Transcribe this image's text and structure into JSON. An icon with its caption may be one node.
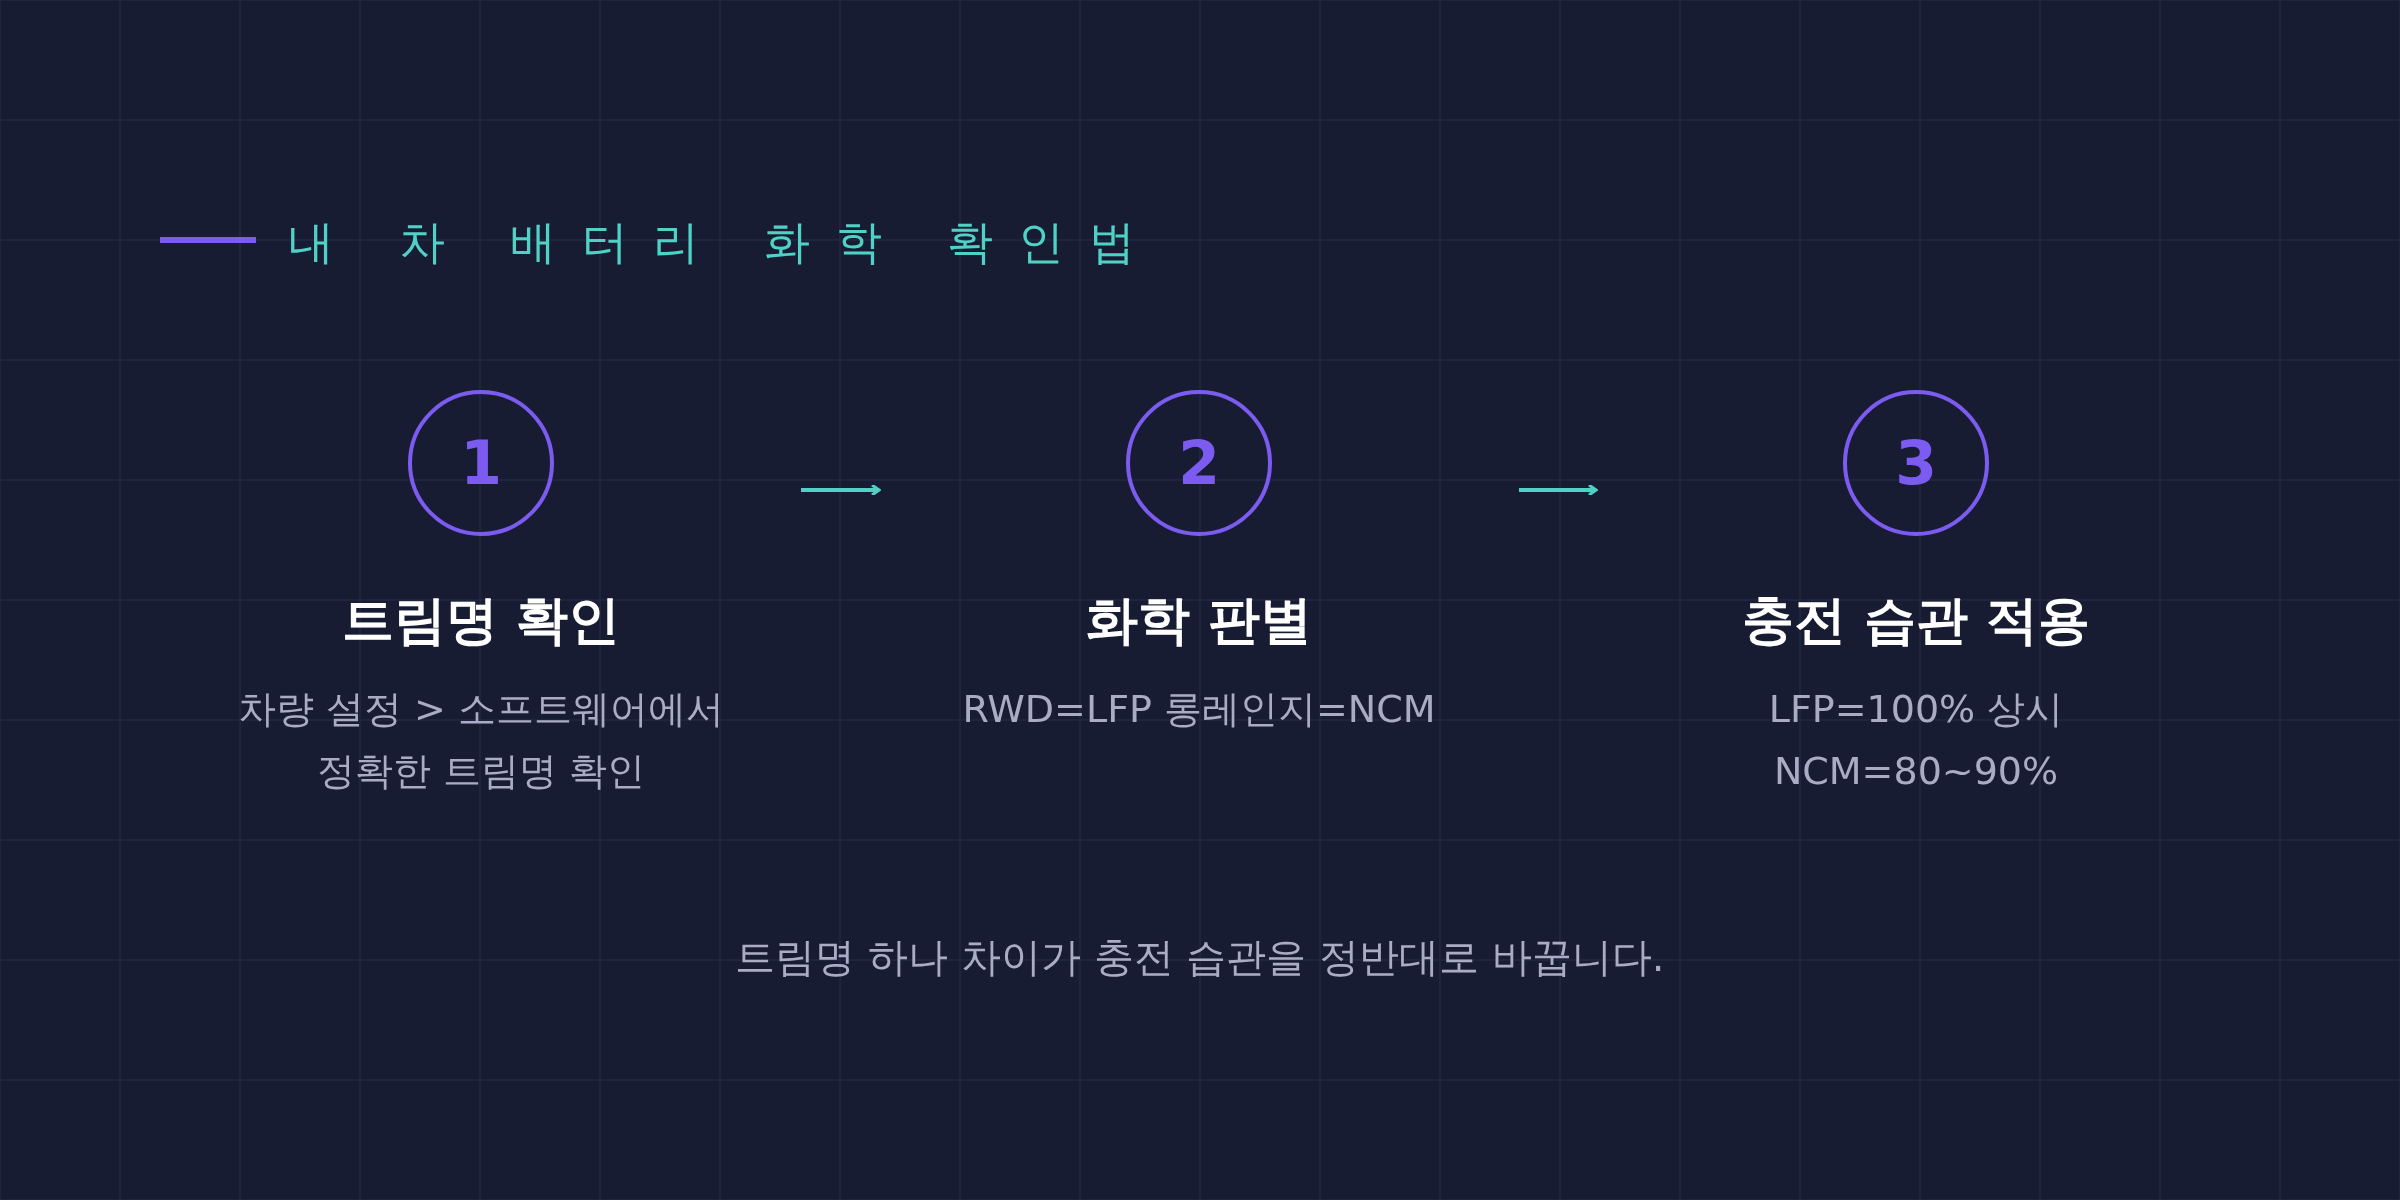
{
  "diagram": {
    "title": "내 차 배터리 화학 확인법",
    "nodes": [
      {
        "text": [
          "1",
          "트림명 확인",
          "차량 설정 > 소프트웨어에서 정확한 트림명 확인"
        ]
      },
      {
        "text": [
          "2",
          "화학 판별",
          "RWD=LFP 롱레인지=NCM"
        ]
      },
      {
        "text": [
          "3",
          "충전 습관 적용",
          "LFP=100% 상시 NCM=80~90%"
        ]
      }
    ],
    "edges": [
      {
        "from": 0,
        "to": 1,
        "arrow": "to"
      },
      {
        "from": 1,
        "to": 2,
        "arrow": "to"
      }
    ],
    "labels": [
      "트림명 하나 차이가 충전 습관을 정반대로 바꿉니다."
    ]
  }
}
